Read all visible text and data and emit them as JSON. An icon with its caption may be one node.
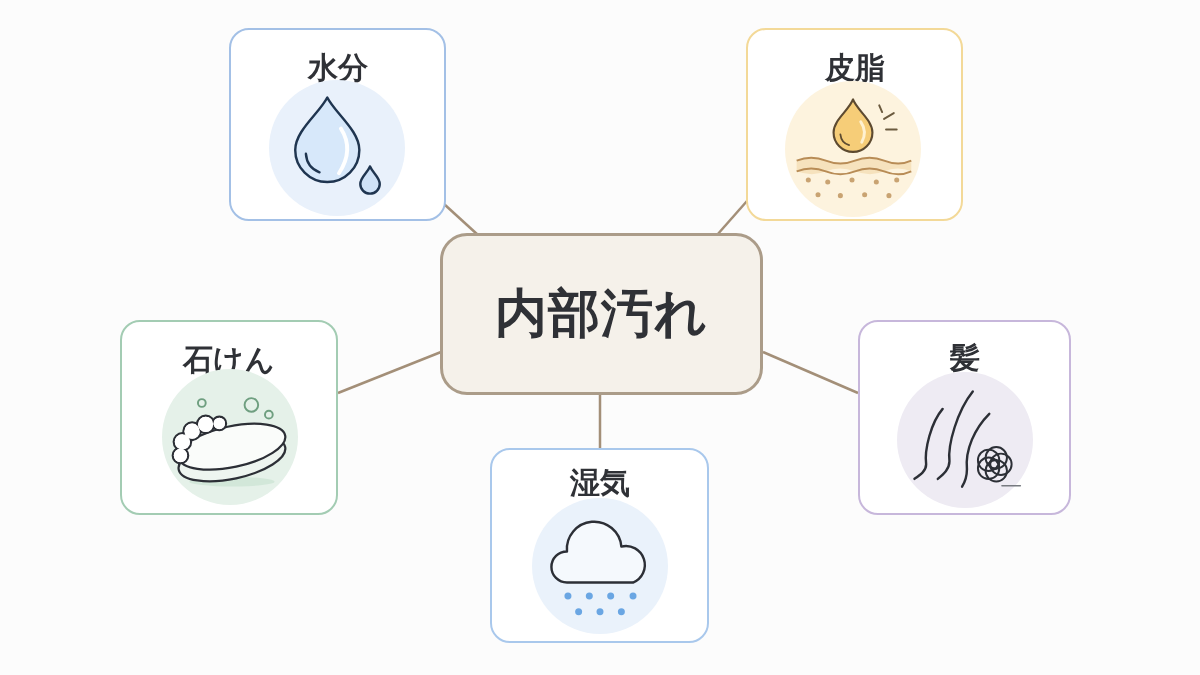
{
  "diagram": {
    "nodes": [
      {
        "text": [
          "水分"
        ]
      },
      {
        "text": [
          "皮脂"
        ]
      },
      {
        "text": [
          "石けん"
        ]
      },
      {
        "text": [
          "内部汚れ"
        ]
      },
      {
        "text": [
          "髪"
        ]
      },
      {
        "text": [
          "湿気"
        ]
      }
    ],
    "edges": [
      {
        "from": 3,
        "to": 0,
        "arrow": "none"
      },
      {
        "from": 3,
        "to": 1,
        "arrow": "none"
      },
      {
        "from": 3,
        "to": 2,
        "arrow": "none"
      },
      {
        "from": 3,
        "to": 4,
        "arrow": "none"
      },
      {
        "from": 3,
        "to": 5,
        "arrow": "none"
      }
    ]
  }
}
